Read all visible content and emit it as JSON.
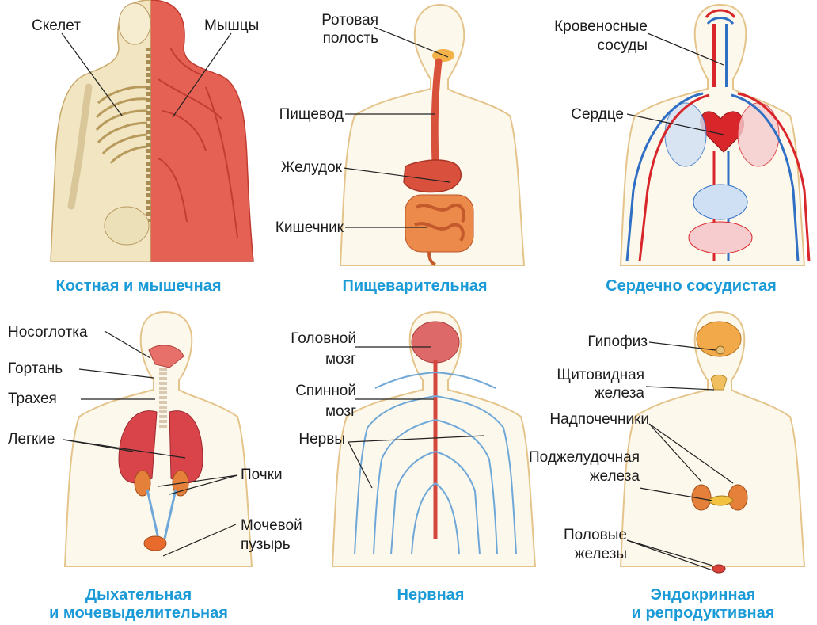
{
  "panels": {
    "musculoskeletal": {
      "caption": "Костная и мышечная",
      "labels": {
        "skeleton": "Скелет",
        "muscles": "Мышцы"
      }
    },
    "digestive": {
      "caption": "Пищеварительная",
      "labels": {
        "mouth_line1": "Ротовая",
        "mouth_line2": "полость",
        "esophagus": "Пищевод",
        "stomach": "Желудок",
        "intestine": "Кишечник"
      }
    },
    "cardiovascular": {
      "caption": "Сердечно сосудистая",
      "labels": {
        "vessels_line1": "Кровеносные",
        "vessels_line2": "сосуды",
        "heart": "Сердце"
      }
    },
    "respiratory_urinary": {
      "caption_line1": "Дыхательная",
      "caption_line2": "и мочевыделительная",
      "labels": {
        "nasopharynx": "Носоглотка",
        "larynx": "Гортань",
        "trachea": "Трахея",
        "lungs": "Легкие",
        "kidneys": "Почки",
        "bladder_line1": "Мочевой",
        "bladder_line2": "пузырь"
      }
    },
    "nervous": {
      "caption": "Нервная",
      "labels": {
        "brain_line1": "Головной",
        "brain_line2": "мозг",
        "spinal_line1": "Спинной",
        "spinal_line2": "мозг",
        "nerves": "Нервы"
      }
    },
    "endocrine": {
      "caption_line1": "Эндокринная",
      "caption_line2": "и репродуктивная",
      "labels": {
        "pituitary": "Гипофиз",
        "thyroid_line1": "Щитовидная",
        "thyroid_line2": "железа",
        "adrenal": "Надпочечники",
        "pancreas_line1": "Поджелудочная",
        "pancreas_line2": "железа",
        "gonads_line1": "Половые",
        "gonads_line2": "железы"
      }
    }
  },
  "colors": {
    "caption": "#1a9ad6",
    "label_text": "#1c1c1c",
    "body_outline": "#e9c88c",
    "body_fill": "#fdf7ea",
    "muscle": "#d9453a",
    "bone": "#ead9a7",
    "organ": "#e0603a",
    "artery": "#d8262b",
    "vein": "#2f6fc4",
    "nerve": "#6fa8d8",
    "gland": "#f4a62a"
  }
}
